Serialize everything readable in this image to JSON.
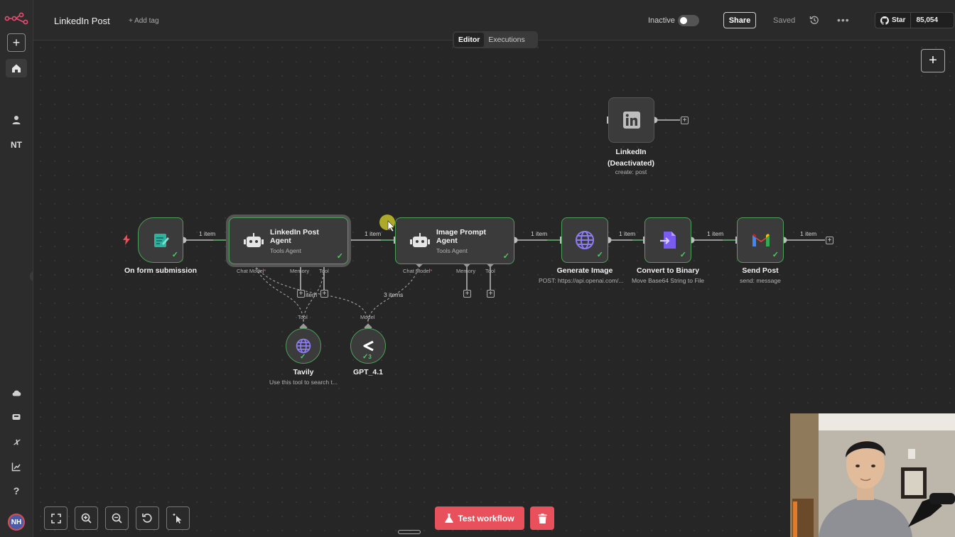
{
  "app": {
    "workflow_title": "LinkedIn Post",
    "add_tag_label": "+ Add tag",
    "status_label": "Inactive",
    "share_label": "Share",
    "saved_label": "Saved",
    "github_star_label": "Star",
    "github_star_count": "85,054"
  },
  "tabs": [
    {
      "label": "Editor",
      "active": true
    },
    {
      "label": "Executions",
      "active": false
    }
  ],
  "sidebar": {
    "icons": [
      "n8n-logo-icon",
      "plus-icon",
      "home-icon",
      "user-icon",
      "cloud-icon",
      "box-icon",
      "variables-icon",
      "chart-icon",
      "help-icon"
    ],
    "project_initials": "NT",
    "user_initials": "NH"
  },
  "nodes": {
    "form": {
      "name": "On form submission"
    },
    "linkedin_agent": {
      "title": "LinkedIn Post Agent",
      "title_line1": "LinkedIn Post",
      "title_line2": "Agent",
      "subtitle": "Tools Agent"
    },
    "image_agent": {
      "title": "Image Prompt Agent",
      "title_line1": "Image Prompt",
      "title_line2": "Agent",
      "subtitle": "Tools Agent"
    },
    "generate_image": {
      "name": "Generate Image",
      "subtitle": "POST: https://api.openai.com/..."
    },
    "convert_binary": {
      "name": "Convert to Binary",
      "subtitle": "Move Base64 String to File"
    },
    "send_post": {
      "name": "Send Post",
      "subtitle": "send: message"
    },
    "linkedin": {
      "name_line1": "LinkedIn",
      "name_line2": "(Deactivated)",
      "subtitle": "create: post"
    },
    "tavily": {
      "name": "Tavily",
      "subtitle": "Use this tool to search t..."
    },
    "gpt": {
      "name": "GPT_4.1",
      "badge": "3"
    }
  },
  "ports": {
    "chat_model": "Chat Model",
    "memory": "Memory",
    "tool": "Tool",
    "tool_in": "Tool",
    "model_in": "Model"
  },
  "connections": {
    "c1": "1 item",
    "c2": "1 item",
    "c3": "1 item",
    "c4": "1 item",
    "c5": "1 item",
    "c6": "1 item",
    "tool_items": "item",
    "model_items": "3 items"
  },
  "bottom": {
    "test_workflow_label": "Test workflow"
  },
  "colors": {
    "accent": "#e8505b",
    "success": "#4ecb61",
    "node_bg": "#3b3b3b",
    "canvas_bg": "#262626"
  }
}
